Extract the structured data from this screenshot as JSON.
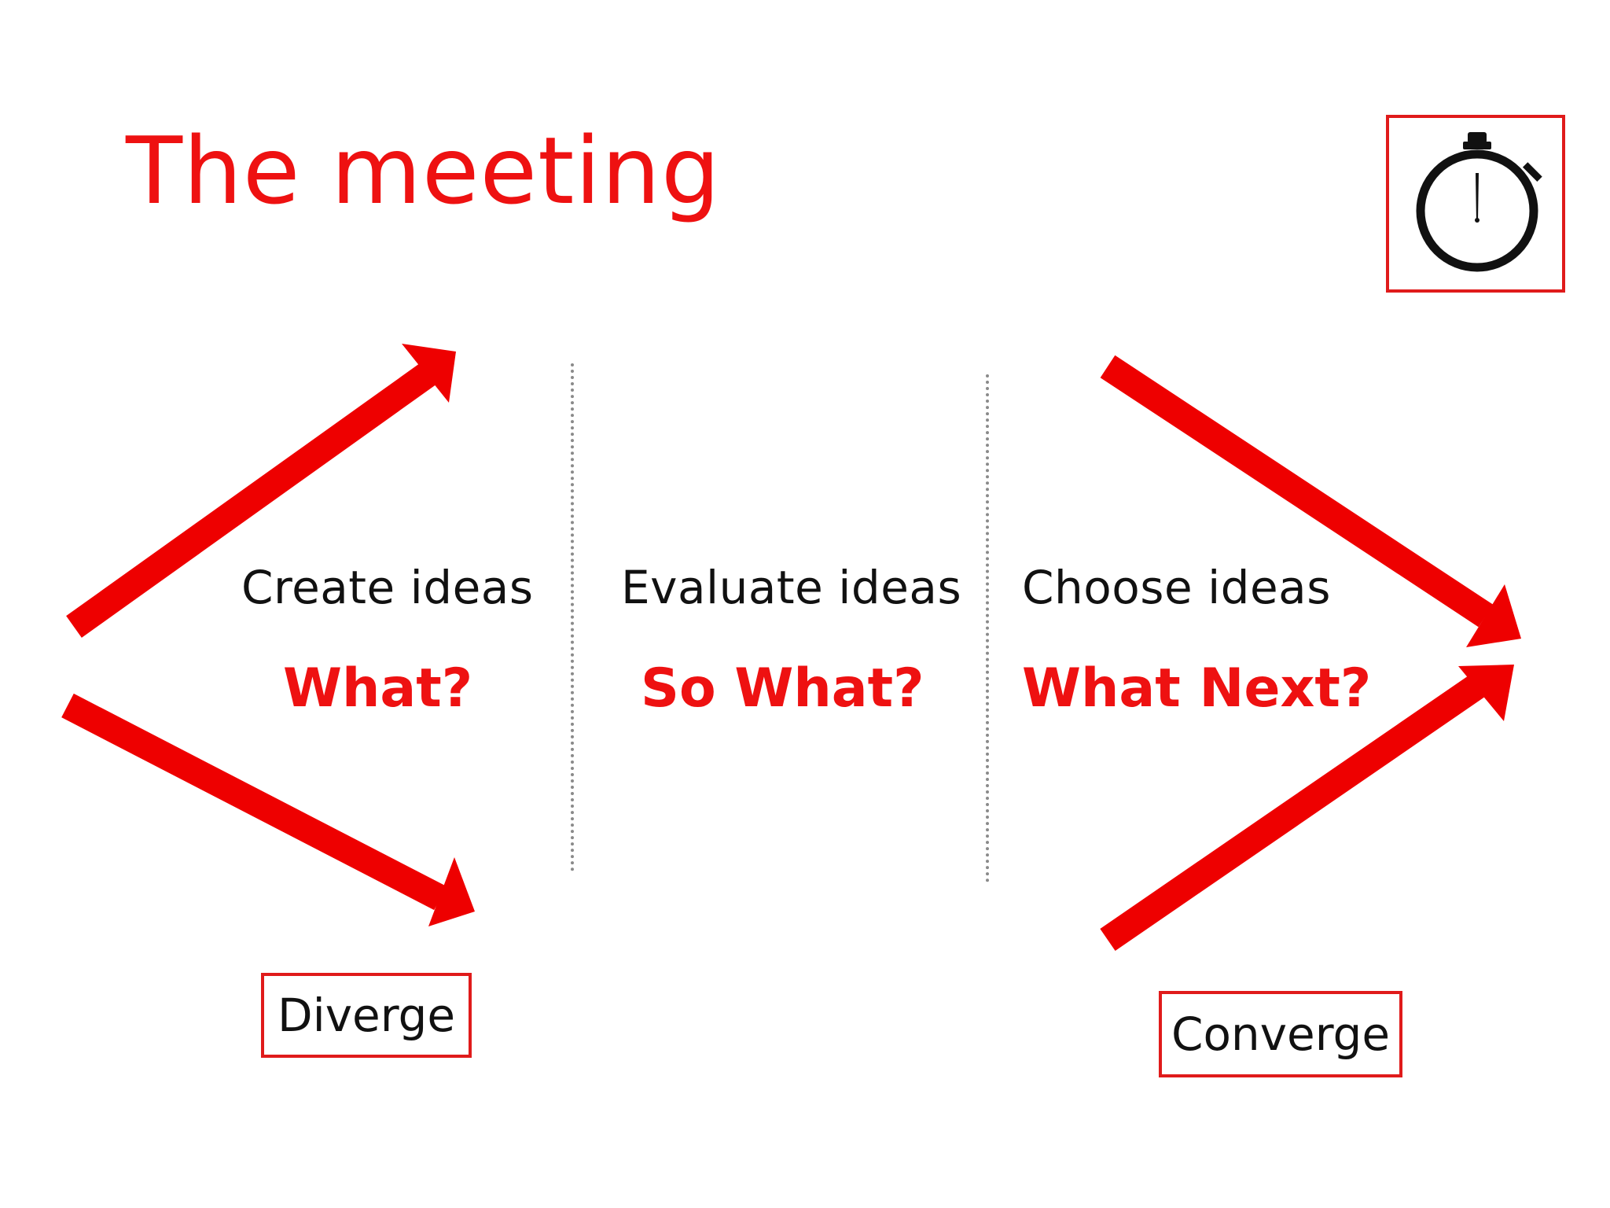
{
  "slide": {
    "title": "The meeting",
    "accent_color": "#ee1111",
    "icon": "stopwatch-icon"
  },
  "phases": [
    {
      "label": "Create ideas",
      "question": "What?"
    },
    {
      "label": "Evaluate ideas",
      "question": "So What?"
    },
    {
      "label": "Choose ideas",
      "question": "What Next?"
    }
  ],
  "tags": {
    "diverge": "Diverge",
    "converge": "Converge"
  }
}
